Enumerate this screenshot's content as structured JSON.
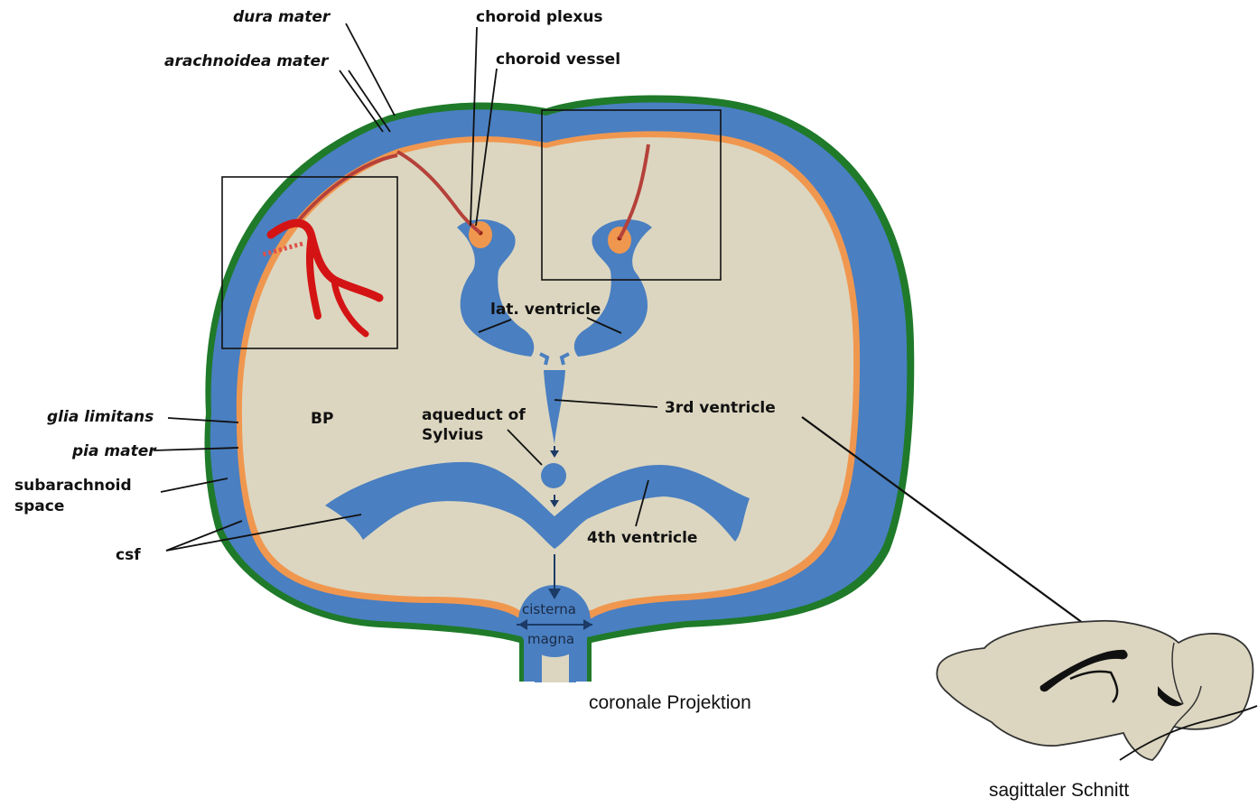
{
  "labels": {
    "dura_mater": "dura mater",
    "arachnoidea_mater": "arachnoidea mater",
    "choroid_plexus": "choroid plexus",
    "choroid_vessel": "choroid vessel",
    "lat_ventricle": "lat. ventricle",
    "third_ventricle": "3rd ventricle",
    "aqueduct_line1": "aqueduct of",
    "aqueduct_line2": "Sylvius",
    "bp": "BP",
    "glia_limitans": "glia limitans",
    "pia_mater": "pia mater",
    "subarachnoid_line1": "subarachnoid",
    "subarachnoid_line2": "space",
    "csf": "csf",
    "fourth_ventricle": "4th ventricle",
    "cisterna": "cisterna",
    "magna": "magna"
  },
  "captions": {
    "coronal": "coronale Projektion",
    "sagittal": "sagittaler Schnitt"
  },
  "colors": {
    "brain_tissue": "#dcd6c0",
    "csf_blue": "#4a7fc1",
    "dura_green": "#1f7a2a",
    "pia_orange": "#f0974f",
    "vessel_red": "#d41414",
    "choroid_vessel": "#b5413a"
  }
}
